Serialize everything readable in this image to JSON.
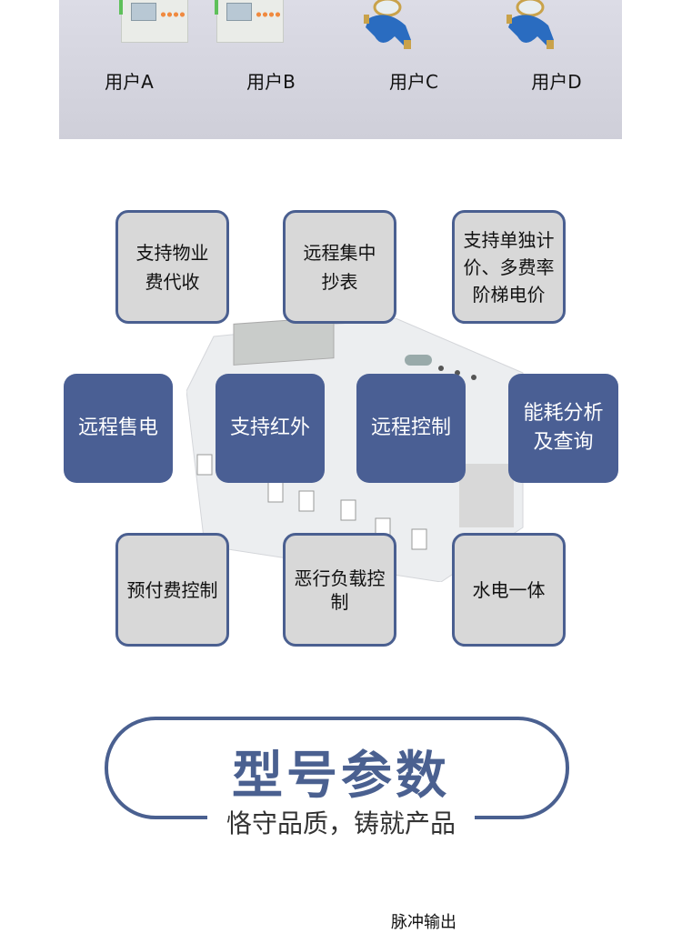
{
  "users": {
    "labels": [
      "用户A",
      "用户B",
      "用户C",
      "用户D"
    ]
  },
  "features_top": [
    {
      "label": "支持物业\n费代收"
    },
    {
      "label": "远程集中\n抄表"
    },
    {
      "label": "支持单独计\n价、多费率\n阶梯电价"
    }
  ],
  "features_mid": [
    {
      "label": "远程售电"
    },
    {
      "label": "支持红外"
    },
    {
      "label": "远程控制"
    },
    {
      "label": "能耗分析\n及查询"
    }
  ],
  "features_bottom": [
    {
      "label": "预付费控制"
    },
    {
      "label": "恶行负载控\n制"
    },
    {
      "label": "水电一体"
    }
  ],
  "section": {
    "title": "型号参数",
    "subtitle": "恪守品质，铸就产品"
  },
  "bottom_text": "脉冲输出",
  "colors": {
    "accent": "#4a6090",
    "box_gray": "#d8d8d8"
  }
}
